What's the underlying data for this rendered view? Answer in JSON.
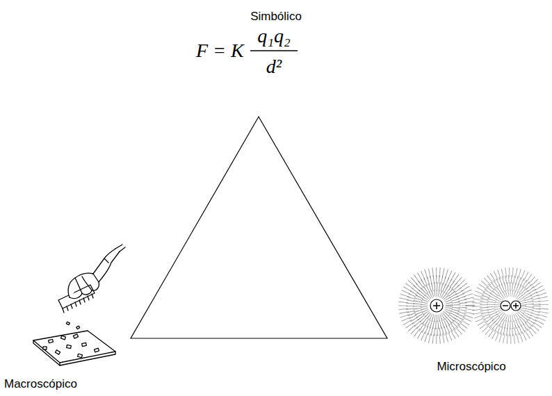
{
  "diagram": {
    "labels": [
      "Simbólico",
      "F = K",
      "q₁q₂",
      "d²",
      "Macroscópico",
      "Microscópico"
    ]
  }
}
